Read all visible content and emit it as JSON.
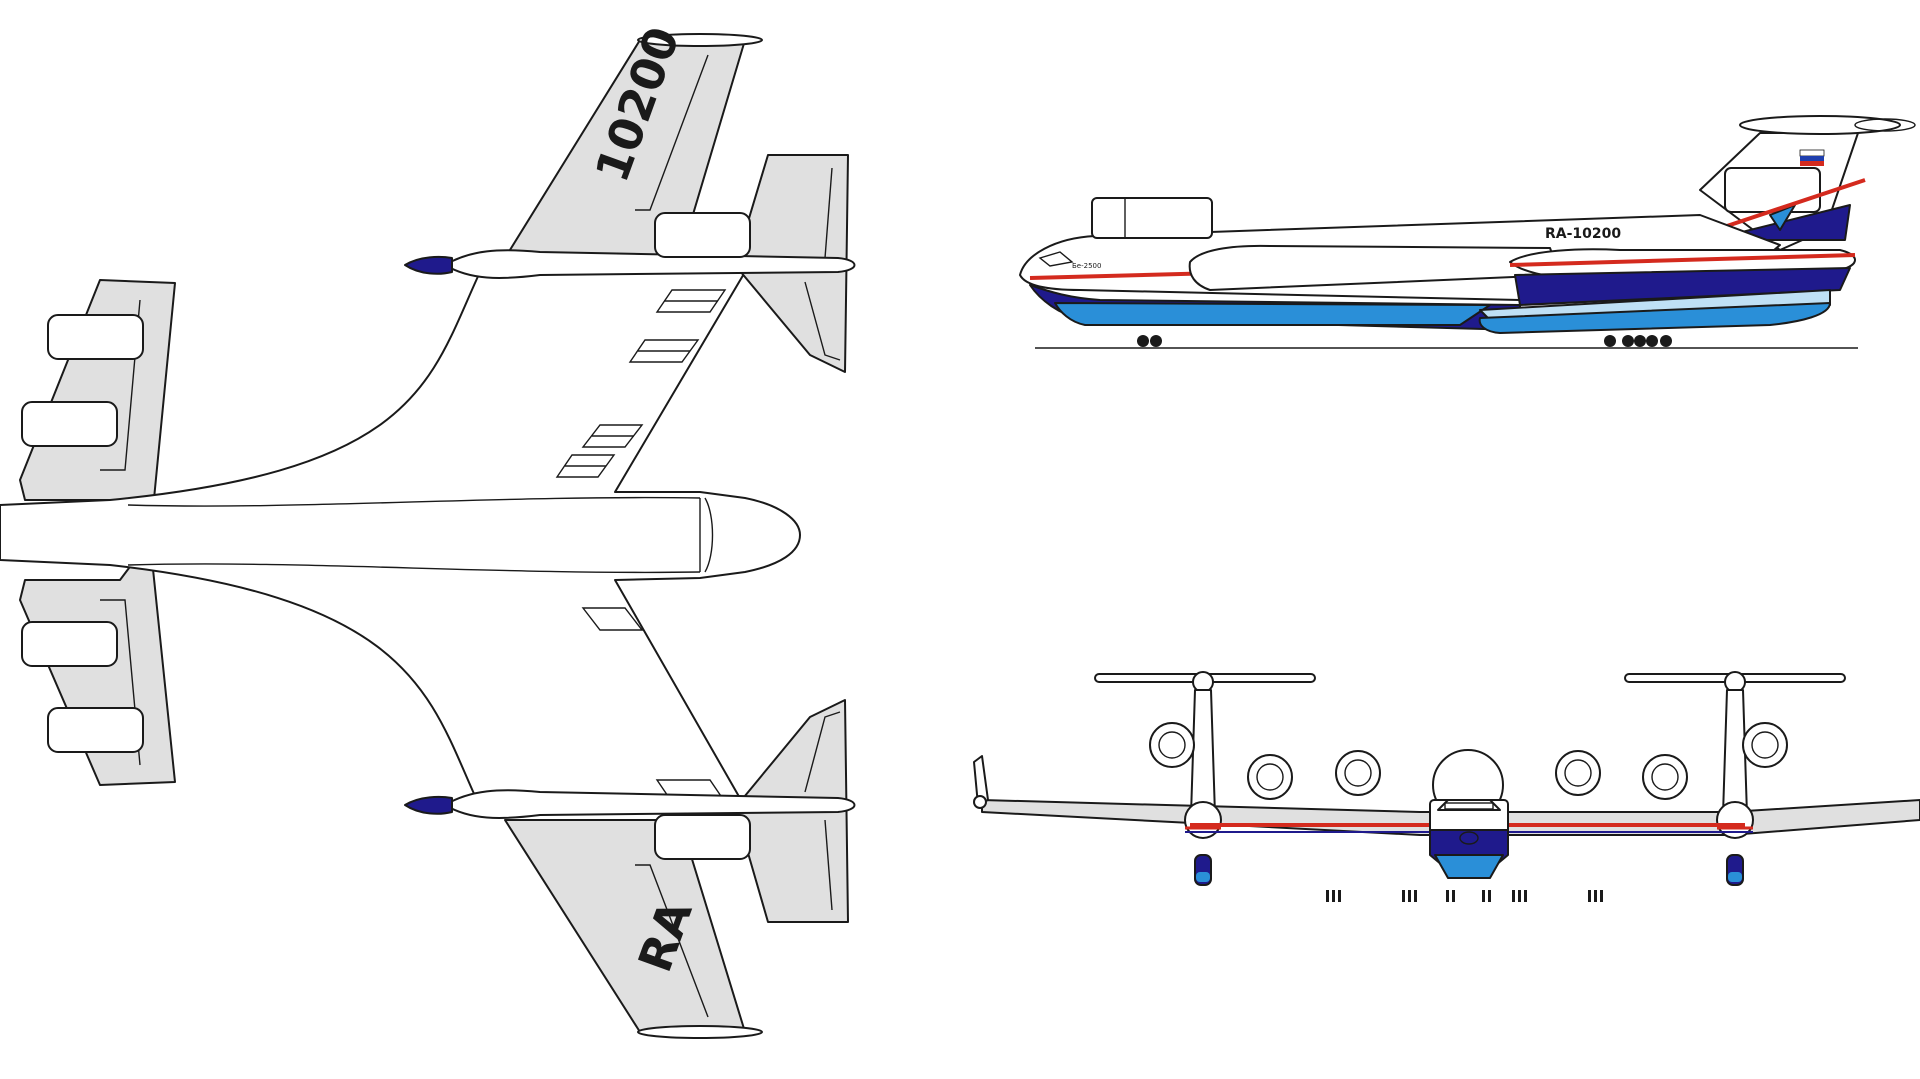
{
  "registration": {
    "top_wing_upper": "10200",
    "top_wing_lower": "RA",
    "side_fuselage": "RA-10200",
    "side_type": "Бе-2500"
  },
  "colors": {
    "background": "#ffffff",
    "outline": "#1a1a1a",
    "wing_gray": "#e0e0e0",
    "stripe_red": "#d42a1e",
    "band_navy": "#1f1a8c",
    "hull_blue": "#2a8fd8",
    "hull_light": "#bfe0f5",
    "flag_white": "#ffffff",
    "flag_blue": "#1f3fae",
    "flag_red": "#d42a1e"
  },
  "views": [
    "top-view",
    "side-view",
    "front-view"
  ]
}
